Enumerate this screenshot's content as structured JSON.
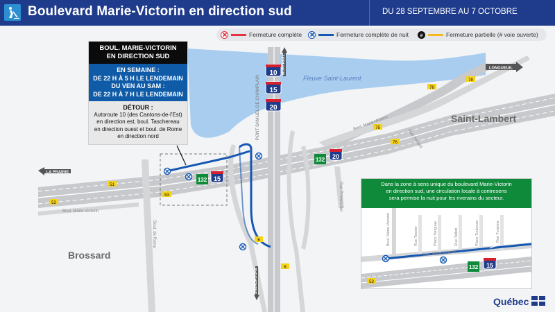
{
  "header": {
    "title": "Boulevard Marie-Victorin en direction sud",
    "dates": "DU 28 SEPTEMBRE AU 7 OCTOBRE"
  },
  "legend": {
    "full_closure": "Fermeture complète",
    "night_closure": "Fermeture complète de nuit",
    "partial_closure": "Fermeture partielle (# voie ouverte)",
    "colors": {
      "full": "#e63342",
      "night": "#1557b3",
      "partial": "#f6b81a"
    }
  },
  "callout": {
    "title": "BOUL. MARIE-VICTORIN\nEN DIRECTION SUD",
    "schedule": "EN SEMAINE :\nDE 22 H À 5 H LE LENDEMAIN\nDU VEN AU SAM :\nDE 22 H À 7 H LE LENDEMAIN",
    "detour_title": "DÉTOUR :",
    "detour_text": "Autoroute 10 (des Cantons-de-l'Est)\nen direction est, boul. Taschereau\nen direction ouest et boul. de Rome\nen direction nord"
  },
  "map": {
    "places": {
      "brossard": "Brossard",
      "saint_lambert": "Saint-Lambert"
    },
    "river": "Fleuve Saint-Laurent",
    "bridge": "PONT SAMUEL-DE CHAMPLAIN",
    "directions": {
      "montreal": "MONTRÉAL",
      "la_prairie": "LA PRAIRIE",
      "longueuil": "LONGUEUIL",
      "sherbrooke": "SHERBROOKE"
    },
    "roads": {
      "marie_victorin_west": "Boul. Marie-Victorin",
      "marie_victorin_east": "Boul. Marie-Victorin",
      "de_rome": "Boul. de Rome",
      "provencher": "Rue Provencher",
      "simard": "Rue Simard"
    },
    "highways": {
      "a10": "10",
      "a15": "15",
      "a20": "20",
      "r132": "132"
    },
    "exits": {
      "e76a": "76",
      "e78": "78",
      "e75": "75",
      "e76b": "76",
      "e51": "51",
      "e52": "52",
      "e53": "53",
      "e6a": "6",
      "e6b": "6"
    }
  },
  "inset": {
    "text": "Dans la zone à sens unique du boulevard Marie-Victorin\nen direction sud, une circulation locale à contresens\nsera permise la nuit pour les riverains du secteur.",
    "streets": {
      "marie_victorin_v": "Boul. Marie-Victorin",
      "tessier": "Rue Tessier",
      "tanguay": "Place Tanguay",
      "talbot": "Rue Talbot",
      "toulouse": "Place Toulouse",
      "turenne": "Rue Turenne",
      "marie_victorin_h": "Boul. Marie-Victorin"
    },
    "highways": {
      "r132": "132",
      "a15": "15"
    },
    "exit": "53"
  },
  "footer": {
    "brand": "Québec"
  }
}
